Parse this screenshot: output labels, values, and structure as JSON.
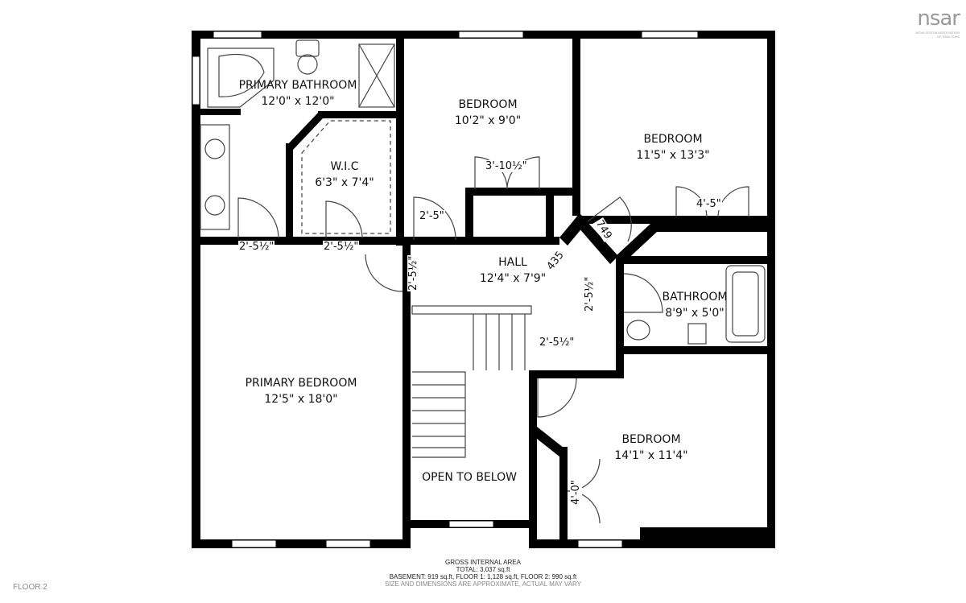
{
  "brand": {
    "logo_text": "nsar",
    "logo_sub_1": "NOVA SCOTIA ASSOCIATION",
    "logo_sub_2": "OF REALTORS"
  },
  "rooms": {
    "primary_bathroom": {
      "name": "PRIMARY BATHROOM",
      "size": "12'0\" x 12'0\""
    },
    "bedroom_1": {
      "name": "BEDROOM",
      "size": "10'2\" x 9'0\""
    },
    "bedroom_2": {
      "name": "BEDROOM",
      "size": "11'5\" x 13'3\""
    },
    "wic": {
      "name": "W.I.C",
      "size": "6'3\" x 7'4\""
    },
    "hall": {
      "name": "HALL",
      "size": "12'4\" x 7'9\""
    },
    "bathroom": {
      "name": "BATHROOM",
      "size": "8'9\" x 5'0\""
    },
    "primary_bedroom": {
      "name": "PRIMARY BEDROOM",
      "size": "12'5\" x 18'0\""
    },
    "bedroom_3": {
      "name": "BEDROOM",
      "size": "14'1\" x 11'4\""
    },
    "open_below": {
      "name": "OPEN TO BELOW"
    }
  },
  "dimensions": {
    "door_bed1_closet": "3'-10½\"",
    "door_bed2_closet": "4'-5\"",
    "door_bed1": "2'-5\"",
    "door_primary_bath": "2'-5½\"",
    "door_wic": "2'-5½\"",
    "door_hall_vertical": "2'-5½\"",
    "door_bathroom": "2'-5½\"",
    "door_bed3": "2'-5½\"",
    "door_bed3_closet": "4'-0\"",
    "diag_1": "749",
    "diag_2": "435"
  },
  "footer": {
    "title": "GROSS INTERNAL AREA",
    "total": "TOTAL: 3,037 sq.ft",
    "breakdown": "BASEMENT: 919 sq.ft, FLOOR 1: 1,128 sq.ft, FLOOR 2: 990 sq.ft",
    "disclaimer": "SIZE AND DIMENSIONS ARE APPROXIMATE, ACTUAL MAY VARY",
    "floor_label": "FLOOR 2"
  },
  "colors": {
    "wall": "#000000",
    "fixture": "#444444",
    "logo": "#9a9a9a"
  }
}
